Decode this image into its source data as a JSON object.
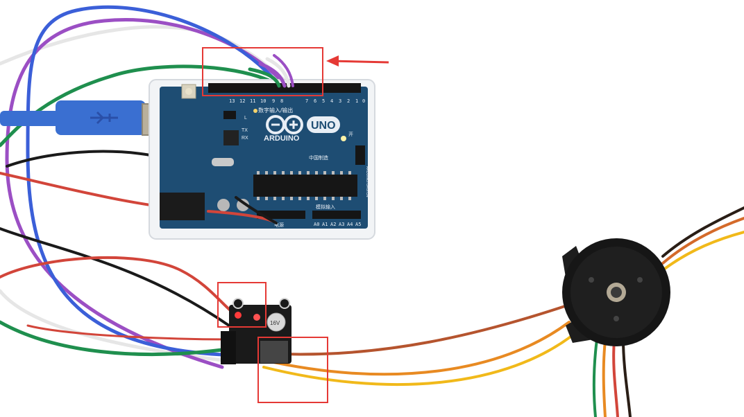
{
  "board": {
    "logo_text": "ARDUINO",
    "model_text": "UNO",
    "digital_header_label": "数字输入/输出",
    "analog_header_label": "模拟输入",
    "power_header_label": "电源",
    "made_in_label": "中国制造",
    "on_led_label": "开",
    "tx_label": "TX",
    "rx_label": "RX",
    "l_label": "L",
    "analog_pins": [
      "A0",
      "A1",
      "A2",
      "A3",
      "A4",
      "A5"
    ],
    "digital_pins": [
      "13",
      "12",
      "11",
      "10",
      "9",
      "8",
      "7",
      "6",
      "5",
      "4",
      "3",
      "2",
      "1",
      "0"
    ],
    "url_text": "ARDUINO.ORG.CN"
  },
  "driver": {
    "capacitor_text": "16V"
  },
  "highlights": {
    "color": "#e53935"
  },
  "colors": {
    "board_blue": "#1e4d73",
    "usb_blue": "#3a6fd1",
    "wire_red": "#d2453a",
    "wire_black": "#1a1a1a",
    "wire_purple": "#9b4fc4",
    "wire_green": "#1f8f4e",
    "wire_white": "#e9e9e9",
    "wire_orange": "#e88a22",
    "wire_yellow": "#f1b91a",
    "wire_brown": "#b5542e"
  }
}
